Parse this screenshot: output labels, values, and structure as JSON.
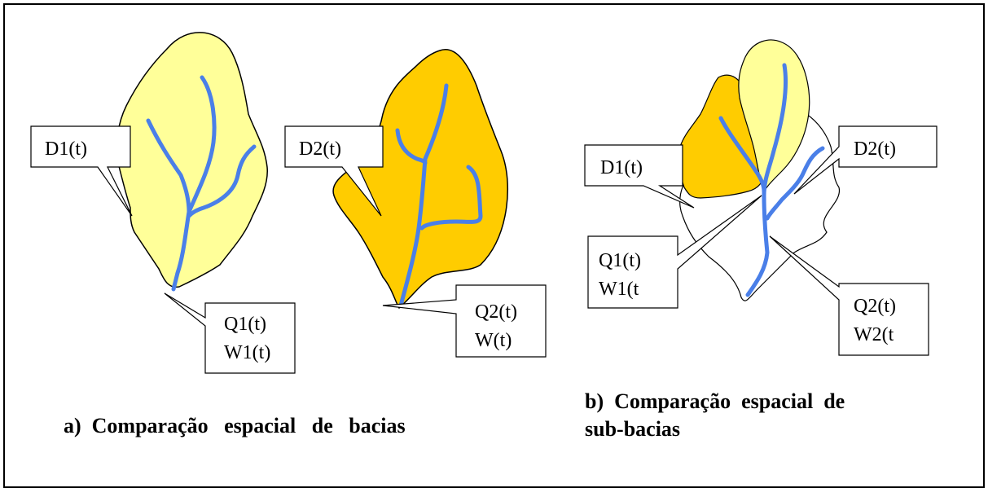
{
  "colors": {
    "basin_light": "#FFFF99",
    "basin_orange": "#FFCC00",
    "river": "#4A7FE8",
    "stroke": "#000000",
    "background": "#FFFFFF"
  },
  "panel_a": {
    "callout_d1": "D1(t)",
    "callout_d2": "D2(t)",
    "callout_q1_line1": "Q1(t)",
    "callout_q1_line2": "W1(t)",
    "callout_q2_line1": "Q2(t)",
    "callout_q2_line2": "W(t)",
    "caption": "a)  Comparação   espacial   de   bacias"
  },
  "panel_b": {
    "callout_d1": "D1(t)",
    "callout_d2": "D2(t)",
    "callout_q1_line1": "Q1(t)",
    "callout_q1_line2": "W1(t",
    "callout_q2_line1": "Q2(t)",
    "callout_q2_line2": "W2(t",
    "caption_line1": "b)  Comparação  espacial  de",
    "caption_line2": "sub-bacias"
  }
}
